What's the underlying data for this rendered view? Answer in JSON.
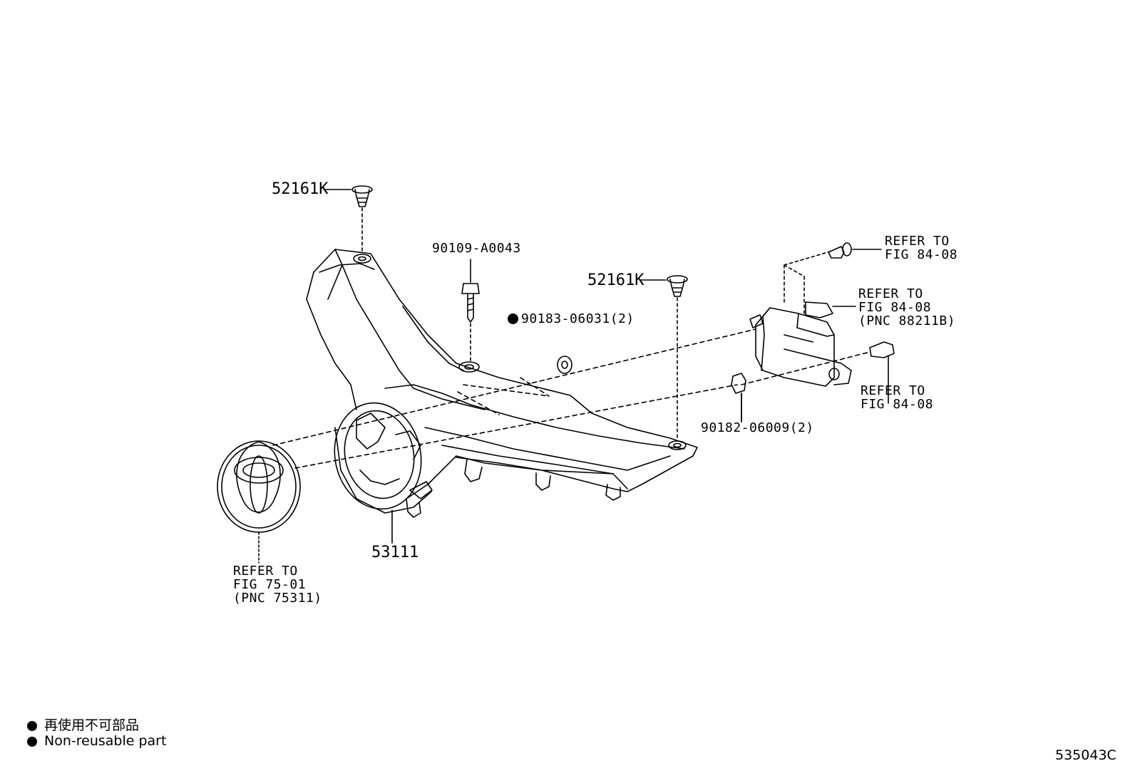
{
  "callouts": {
    "clip_top_left": "52161K",
    "clip_center": "52161K",
    "bolt_top": "90109-A0043",
    "nut_90183": "90183-06031(2)",
    "nut_90182": "90182-06009(2)",
    "grille": "53111"
  },
  "refs": {
    "emblem": [
      "REFER TO",
      "FIG 75-01",
      "(PNC 75311)"
    ],
    "screw_upper": [
      "REFER TO",
      "FIG 84-08"
    ],
    "sensor_bracket": [
      "REFER TO",
      "FIG 84-08",
      "(PNC 88211B)"
    ],
    "bolt_lower": [
      "REFER TO",
      "FIG 84-08"
    ]
  },
  "legend": {
    "line1": "再使用不可部品",
    "line2": "Non-reusable part"
  },
  "figure_number": "535043C",
  "icons": {
    "non_reusable_marker": "filled-circle"
  }
}
